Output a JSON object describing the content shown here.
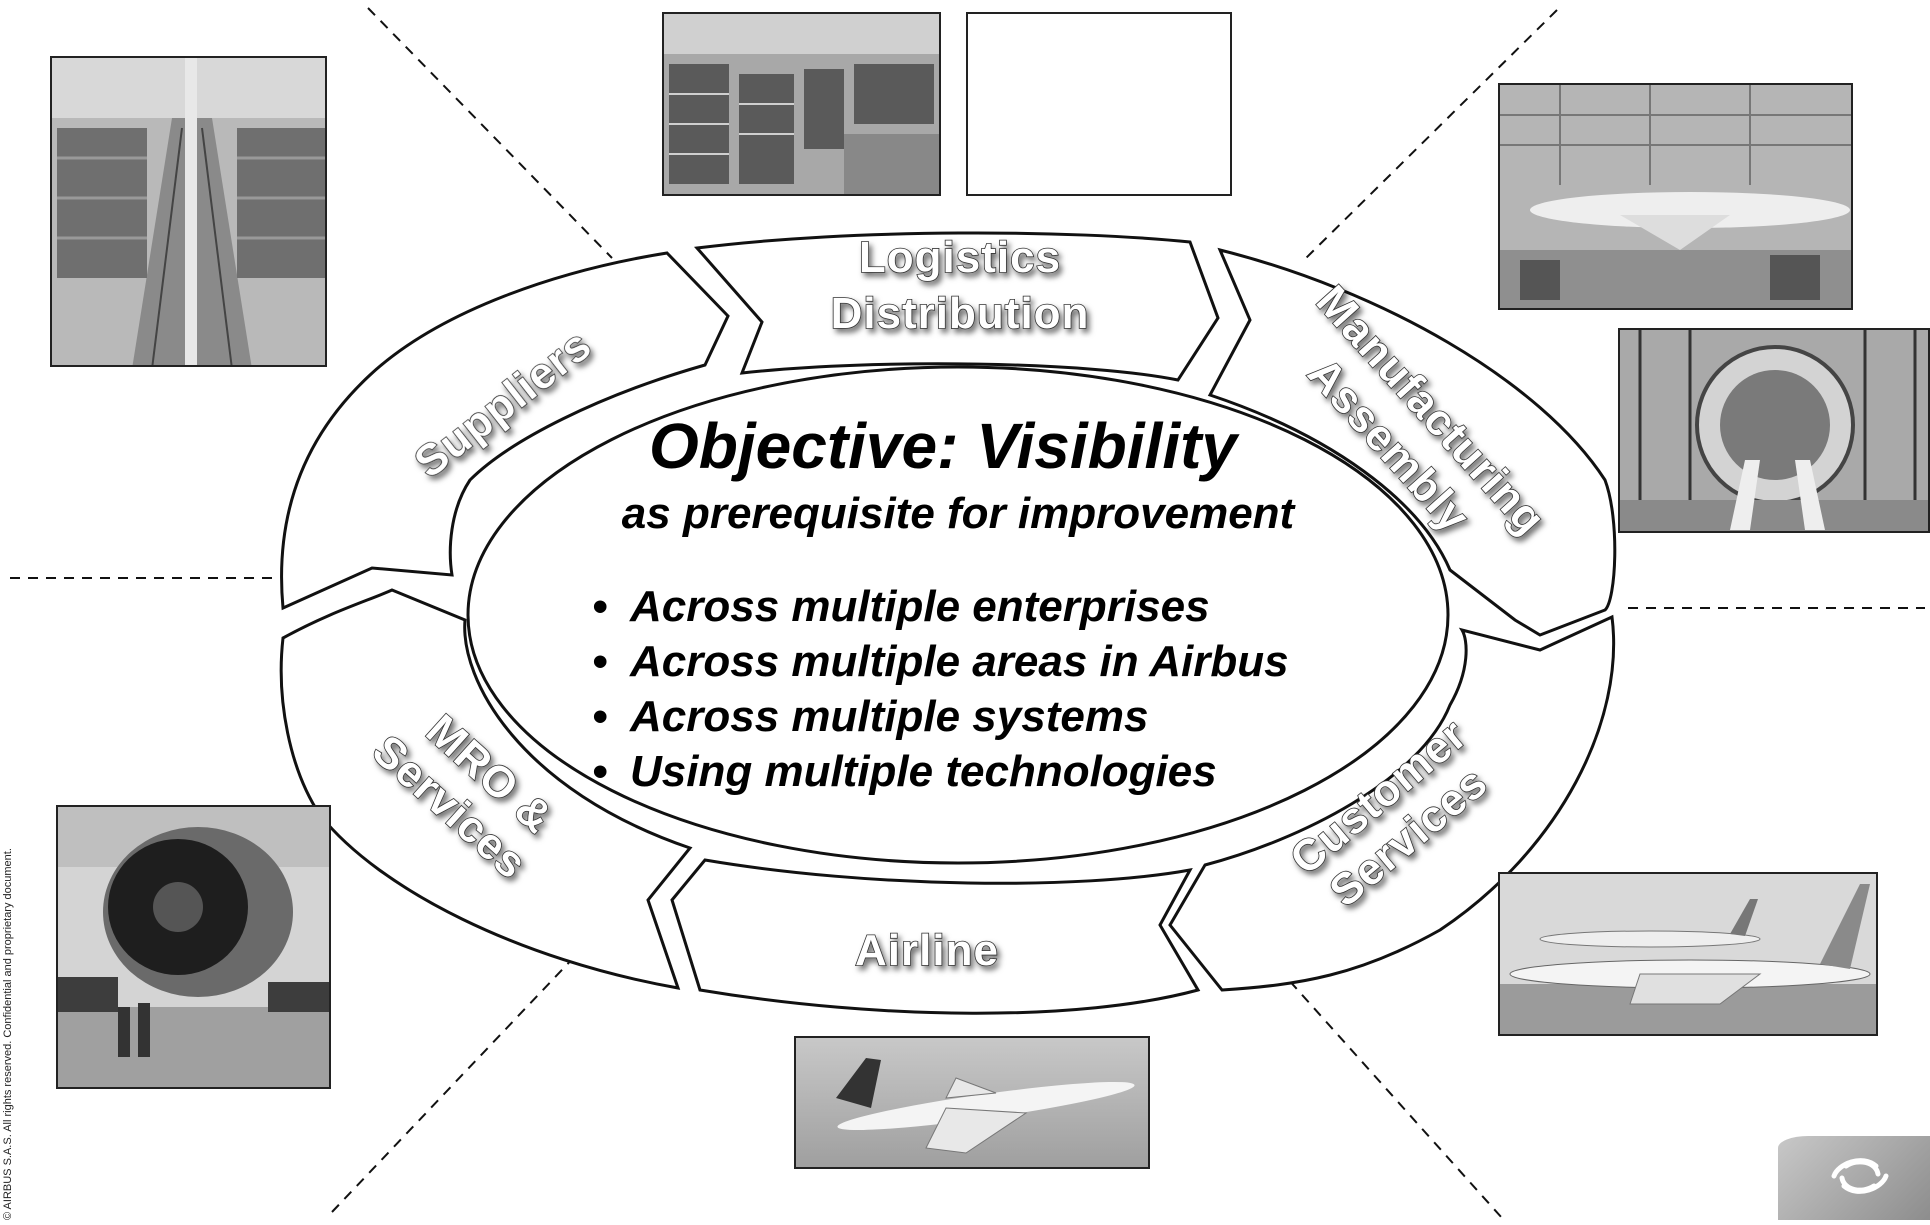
{
  "diagram": {
    "center": {
      "title": "Objective: Visibility",
      "subtitle": "as prerequisite for improvement",
      "bullets": [
        "Across multiple enterprises",
        "Across multiple areas in Airbus",
        "Across multiple systems",
        "Using multiple technologies"
      ],
      "bullet_marker": "•"
    },
    "segments": {
      "logistics": [
        "Logistics",
        "Distribution"
      ],
      "manufacturing": [
        "Manufacturing",
        "Assembly"
      ],
      "customer_services": [
        "Customer",
        "Services"
      ],
      "airline": [
        "Airline"
      ],
      "mro": [
        "MRO &",
        "Services"
      ],
      "suppliers": [
        "Suppliers"
      ]
    }
  },
  "photos": {
    "warehouse_aisle": "warehouse-photo",
    "storage_racks": "storage-racks-photo",
    "assembly_hangar": "assembly-hangar-photo",
    "fuselage_section": "fuselage-section-photo",
    "a380_airport": "a380-airport-photo",
    "qantas_flight": "qantas-aircraft-photo",
    "engine_inspection": "engine-inspection-photo"
  },
  "footer": {
    "copyright": "© AIRBUS S.A.S. All rights reserved. Confidential and proprietary document."
  },
  "colors": {
    "outline": "#111111",
    "label_fill": "#ffffff",
    "dashed_line": "#111111"
  }
}
